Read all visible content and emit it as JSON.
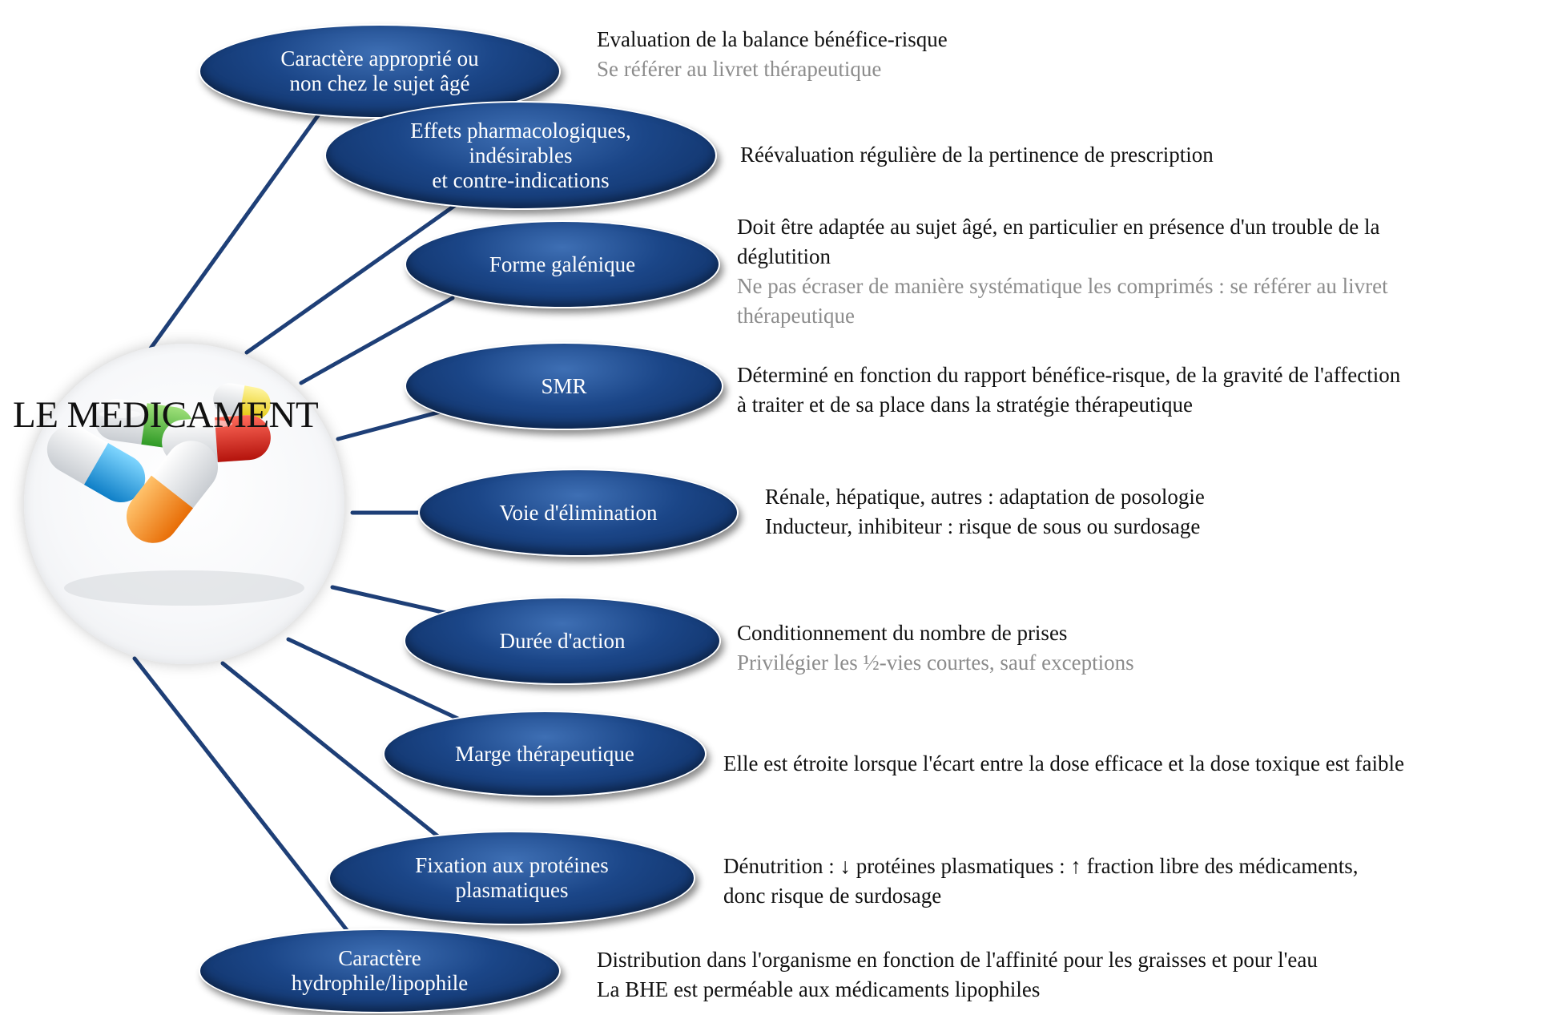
{
  "hub": {
    "title": "LE MEDICAMENT"
  },
  "colors": {
    "bubble": "#1b4688",
    "connector": "#1e3f77",
    "text": "#111111",
    "muted": "#8c8c8c"
  },
  "branches": [
    {
      "label": "Caractère approprié ou\nnon chez le sujet âgé",
      "lines": [
        {
          "text": "Evaluation de la balance bénéfice-risque",
          "muted": false
        },
        {
          "text": "Se référer au livret thérapeutique",
          "muted": true
        }
      ]
    },
    {
      "label": "Effets pharmacologiques,\nindésirables\net contre-indications",
      "lines": [
        {
          "text": "Réévaluation régulière de la pertinence de prescription",
          "muted": false
        }
      ]
    },
    {
      "label": "Forme galénique",
      "lines": [
        {
          "text": "Doit être adaptée au sujet âgé, en particulier en présence d'un trouble de la",
          "muted": false
        },
        {
          "text": "déglutition",
          "muted": false
        },
        {
          "text": "Ne pas écraser de manière systématique les comprimés : se référer au livret",
          "muted": true
        },
        {
          "text": "thérapeutique",
          "muted": true
        }
      ]
    },
    {
      "label": "SMR",
      "lines": [
        {
          "text": "Déterminé en fonction du rapport bénéfice-risque, de la gravité de l'affection",
          "muted": false
        },
        {
          "text": "à traiter et de sa place dans la stratégie thérapeutique",
          "muted": false
        }
      ]
    },
    {
      "label": "Voie d'élimination",
      "lines": [
        {
          "text": "Rénale, hépatique, autres : adaptation de posologie",
          "muted": false
        },
        {
          "text": "Inducteur, inhibiteur : risque de sous ou surdosage",
          "muted": false
        }
      ]
    },
    {
      "label": "Durée d'action",
      "lines": [
        {
          "text": "Conditionnement du nombre de prises",
          "muted": false
        },
        {
          "text": "Privilégier les ½-vies courtes, sauf exceptions",
          "muted": true
        }
      ]
    },
    {
      "label": "Marge thérapeutique",
      "lines": [
        {
          "text": "Elle est étroite lorsque l'écart entre la dose efficace et la dose toxique est faible",
          "muted": false
        }
      ]
    },
    {
      "label": "Fixation aux protéines\nplasmatiques",
      "lines": [
        {
          "text": "Dénutrition : ↓ protéines plasmatiques : ↑ fraction libre des médicaments,",
          "muted": false
        },
        {
          "text": "donc risque de surdosage",
          "muted": false
        }
      ]
    },
    {
      "label": "Caractère\nhydrophile/lipophile",
      "lines": [
        {
          "text": "Distribution dans l'organisme en fonction de l'affinité pour les graisses et pour l'eau",
          "muted": false
        },
        {
          "text": "La BHE est perméable aux médicaments lipophiles",
          "muted": false
        }
      ]
    }
  ]
}
